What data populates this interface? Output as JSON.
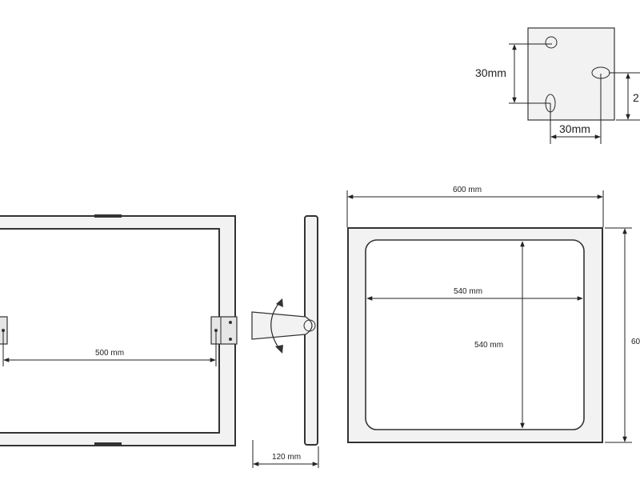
{
  "labels": {
    "bracket_vertical": "30mm",
    "bracket_horizontal": "30mm",
    "bracket_right_partial": "2",
    "width_600": "600 mm",
    "inner_width_540": "540 mm",
    "inner_height_540": "540 mm",
    "height_600_partial": "60",
    "hinge_spacing_500": "500 mm",
    "depth_120": "120 mm"
  },
  "colors": {
    "line": "#2b2b2b",
    "panel_fill": "#f2f2f2",
    "background": "#ffffff"
  }
}
